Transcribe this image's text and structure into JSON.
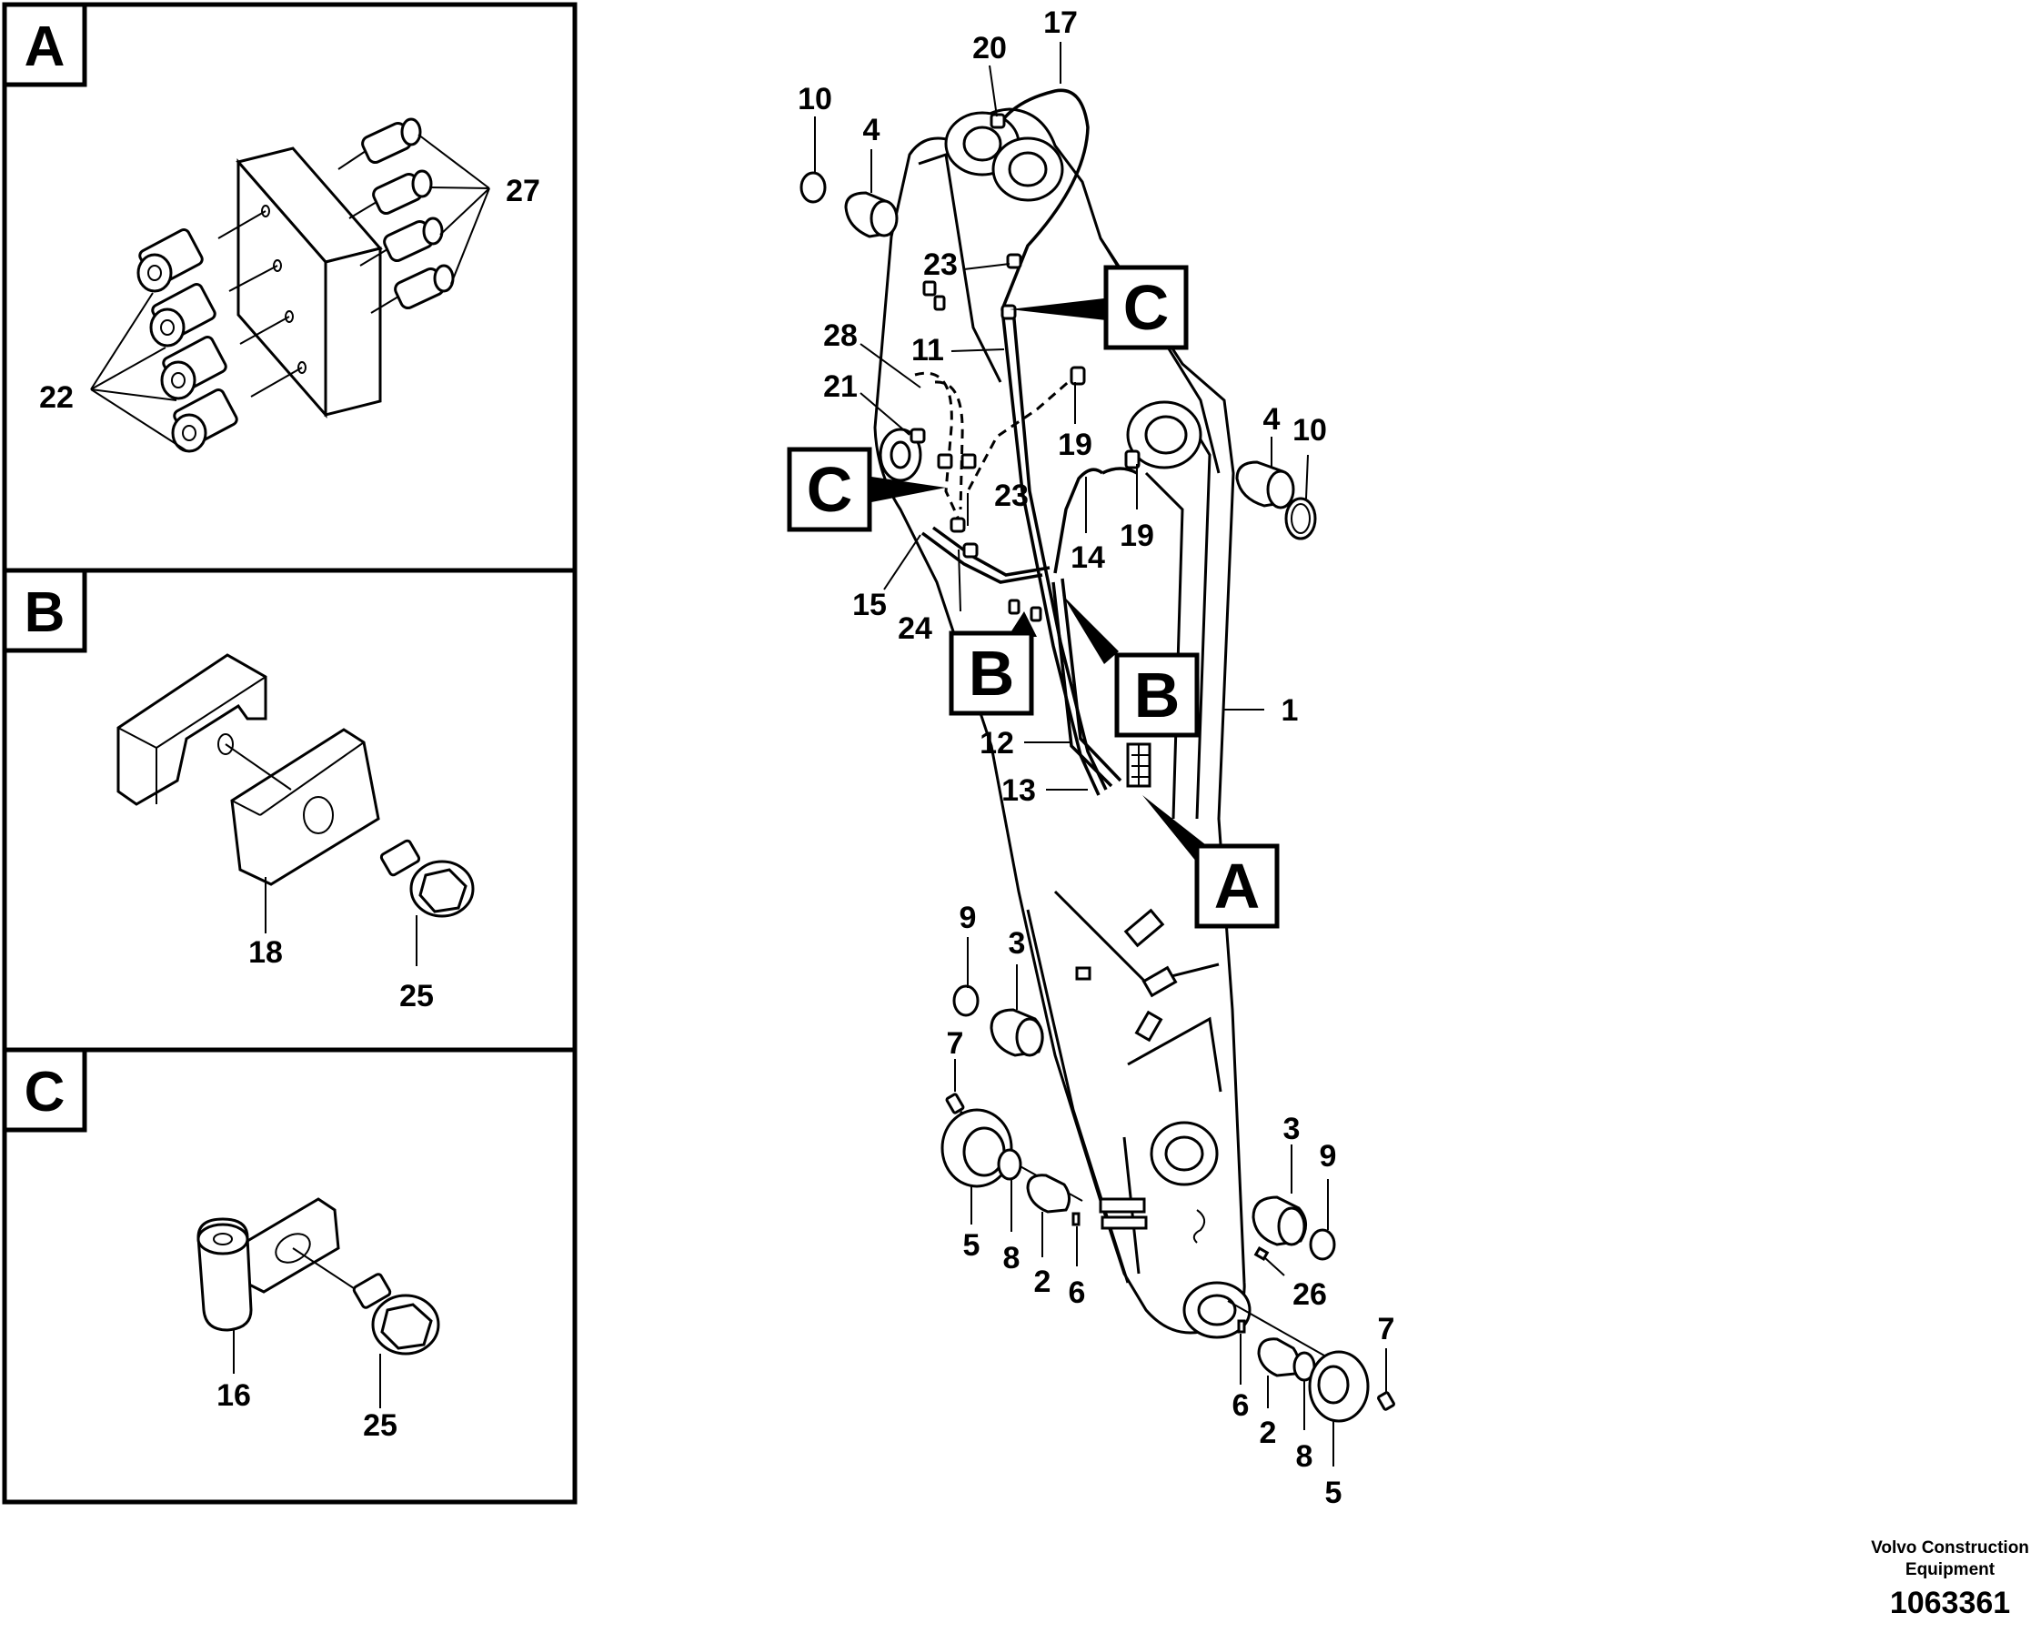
{
  "detail_panels": [
    {
      "letter": "A",
      "callouts": [
        "22",
        "27"
      ]
    },
    {
      "letter": "B",
      "callouts": [
        "18",
        "25"
      ]
    },
    {
      "letter": "C",
      "callouts": [
        "16",
        "25"
      ]
    }
  ],
  "main_view": {
    "section_markers": [
      "C",
      "C",
      "B",
      "B",
      "A"
    ],
    "callouts": [
      "17",
      "20",
      "10",
      "4",
      "23",
      "11",
      "28",
      "21",
      "19",
      "4",
      "10",
      "23",
      "14",
      "19",
      "15",
      "24",
      "1",
      "12",
      "13",
      "9",
      "3",
      "7",
      "3",
      "9",
      "5",
      "8",
      "2",
      "6",
      "26",
      "7",
      "6",
      "2",
      "8",
      "5"
    ]
  },
  "footer": {
    "company": "Volvo Construction Equipment",
    "drawing_number": "1063361"
  }
}
